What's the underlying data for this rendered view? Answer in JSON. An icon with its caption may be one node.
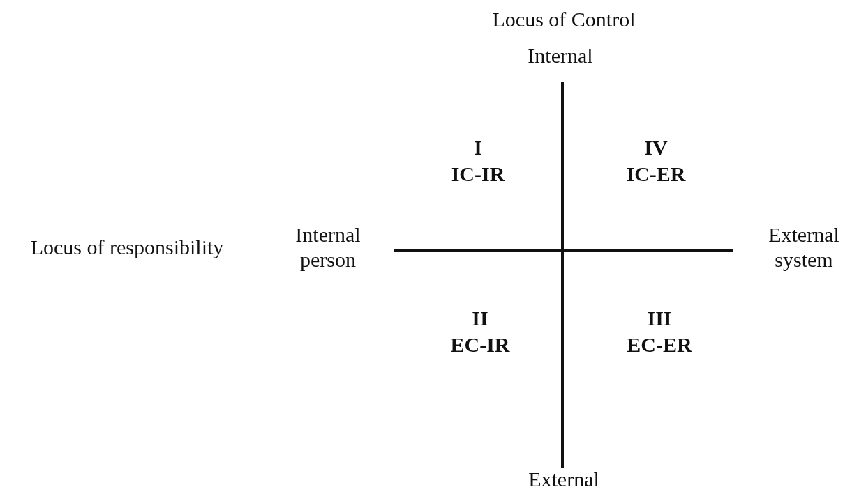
{
  "diagram": {
    "labels": [
      "Locus of Control",
      "Internal",
      "I",
      "IC-IR",
      "IV",
      "IC-ER",
      "Locus of responsibility",
      "Internal person",
      "External system",
      "II",
      "EC-IR",
      "III",
      "EC-ER",
      "External"
    ]
  }
}
